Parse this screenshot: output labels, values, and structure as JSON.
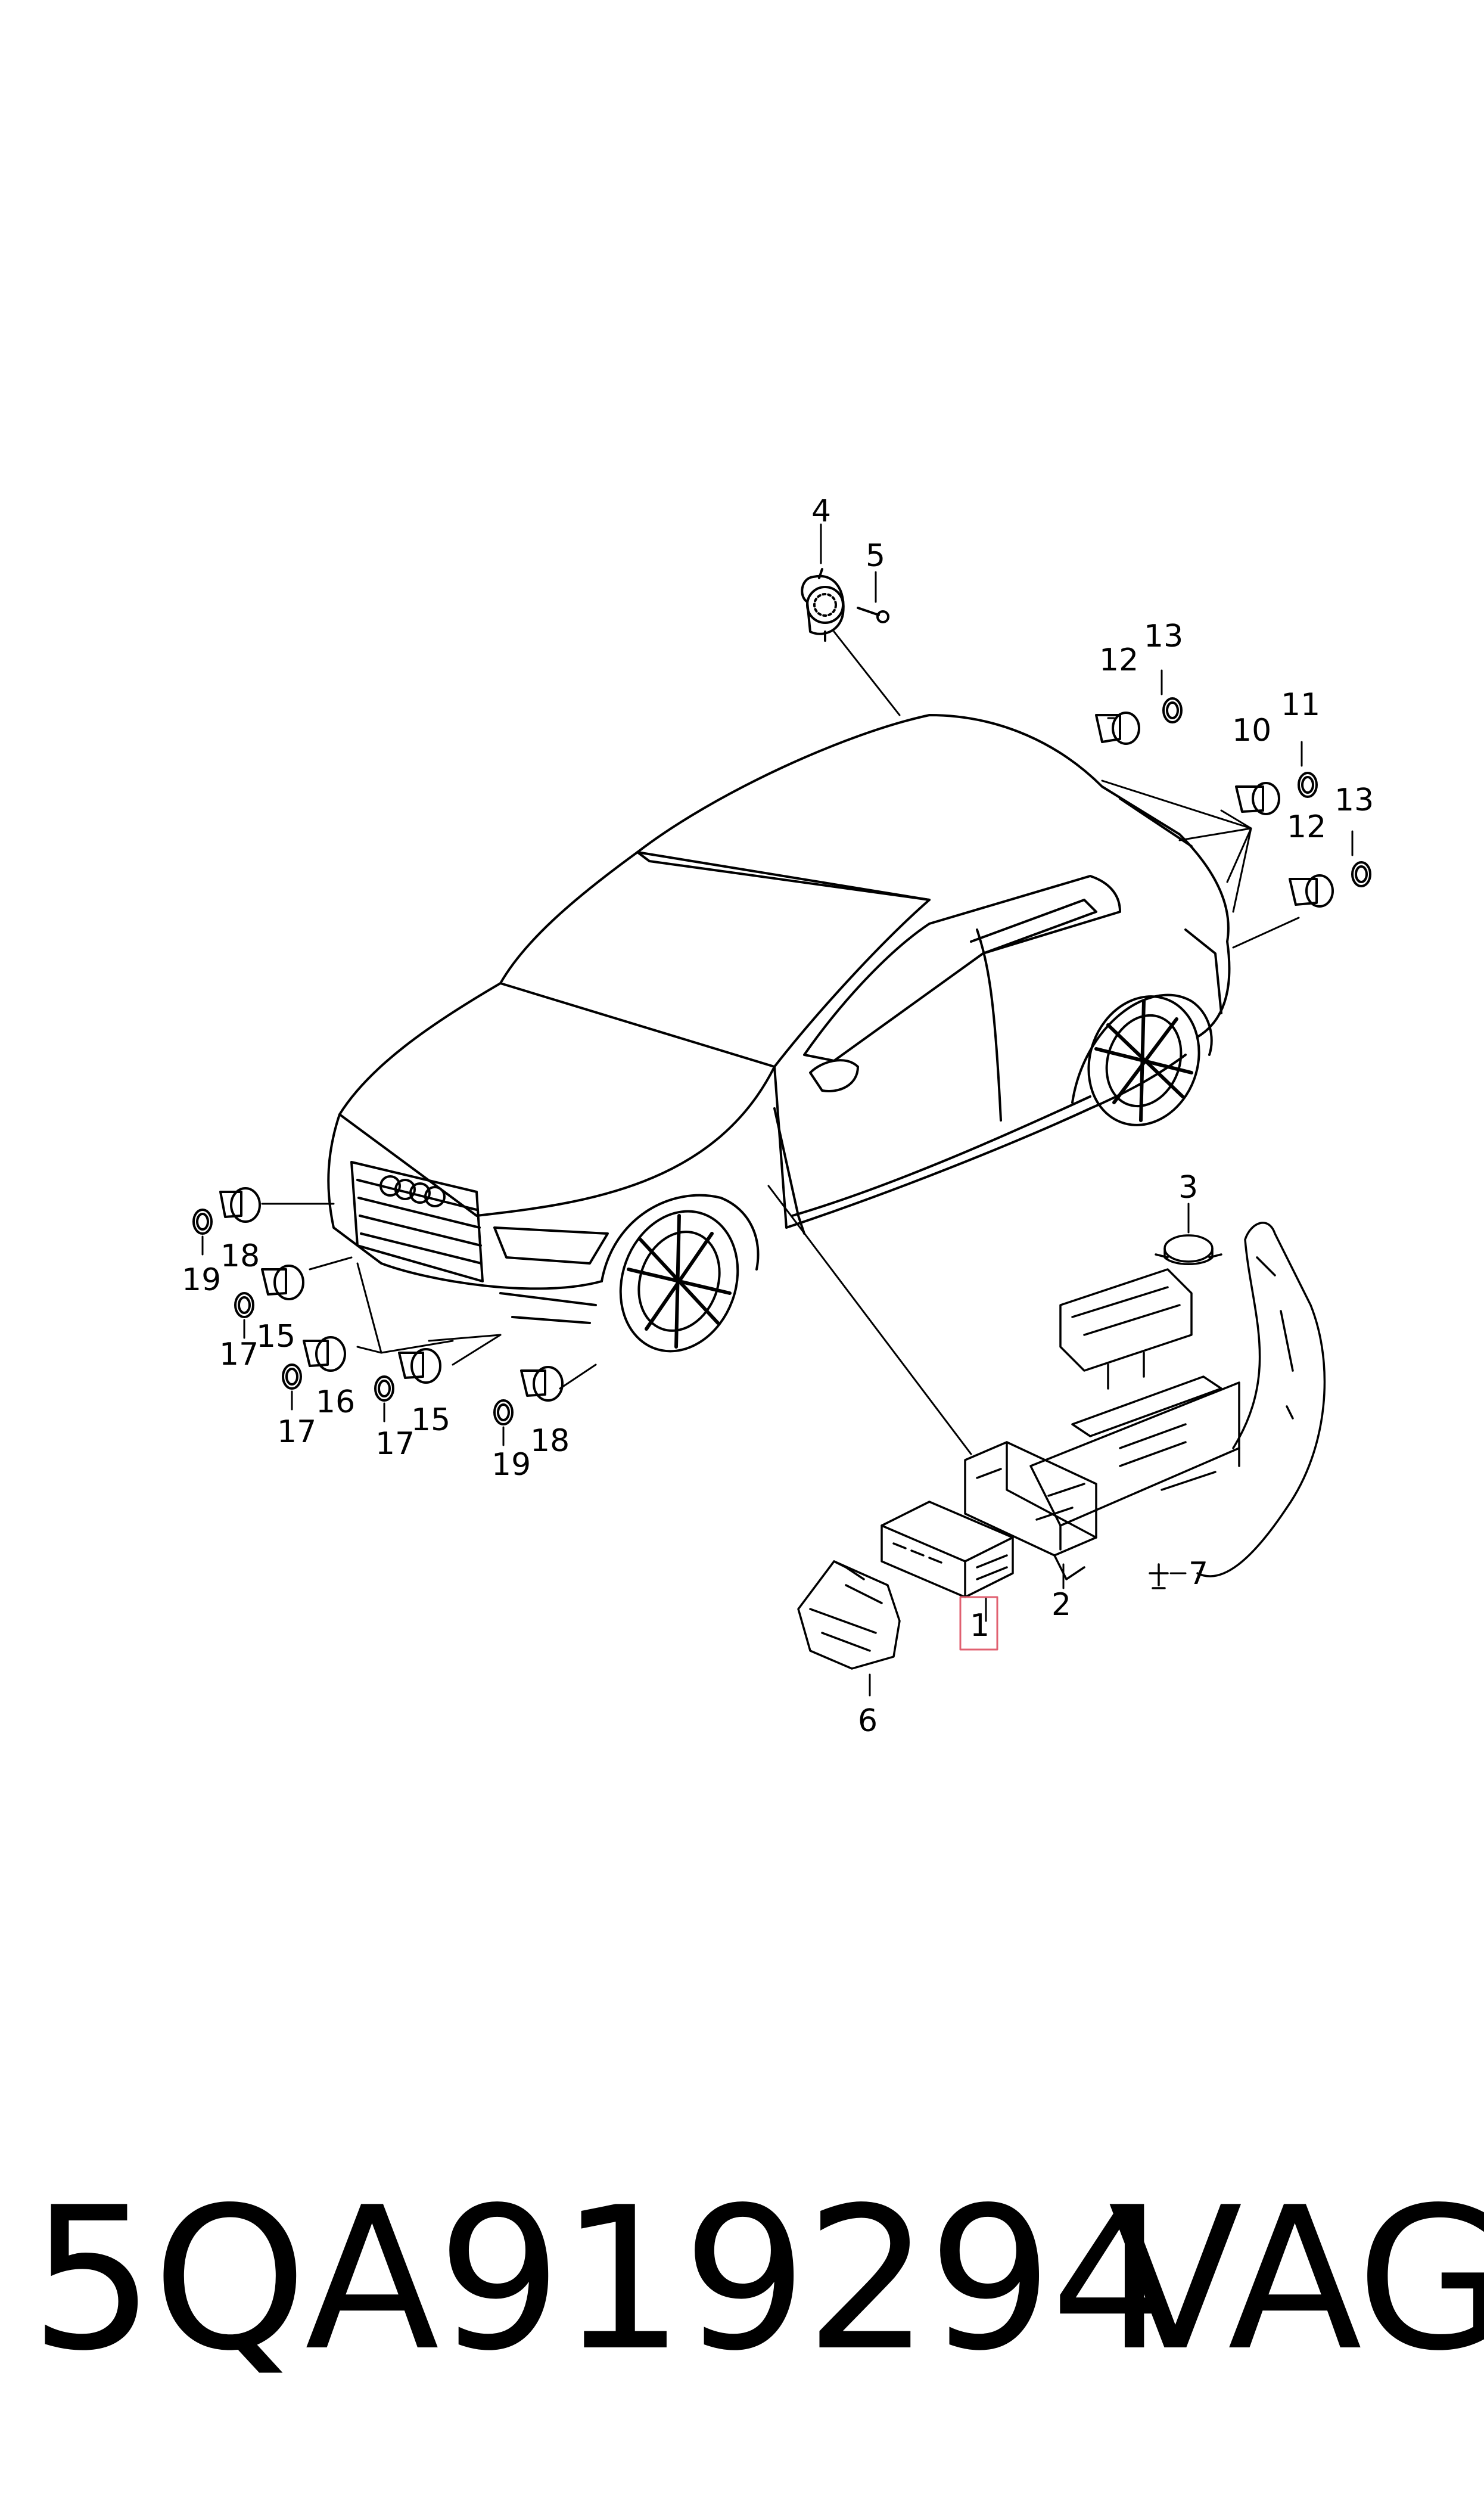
{
  "diagram": {
    "callouts": [
      {
        "id": "c1",
        "label": "1",
        "highlighted": true
      },
      {
        "id": "c2",
        "label": "2"
      },
      {
        "id": "c3",
        "label": "3"
      },
      {
        "id": "c4",
        "label": "4"
      },
      {
        "id": "c5",
        "label": "5"
      },
      {
        "id": "c6",
        "label": "6"
      },
      {
        "id": "c7",
        "label": "7"
      },
      {
        "id": "c10",
        "label": "10"
      },
      {
        "id": "c11",
        "label": "11"
      },
      {
        "id": "c12a",
        "label": "12"
      },
      {
        "id": "c12b",
        "label": "12"
      },
      {
        "id": "c13a",
        "label": "13"
      },
      {
        "id": "c13b",
        "label": "13"
      },
      {
        "id": "c15a",
        "label": "15"
      },
      {
        "id": "c15b",
        "label": "15"
      },
      {
        "id": "c16",
        "label": "16"
      },
      {
        "id": "c17a",
        "label": "17"
      },
      {
        "id": "c17b",
        "label": "17"
      },
      {
        "id": "c17c",
        "label": "17"
      },
      {
        "id": "c18a",
        "label": "18"
      },
      {
        "id": "c18b",
        "label": "18"
      },
      {
        "id": "c19a",
        "label": "19"
      },
      {
        "id": "c19b",
        "label": "19"
      }
    ],
    "highlight_color": "#e06070",
    "line_color": "#000000"
  },
  "footer": {
    "part_number": "5QA919294",
    "brand": "VAG"
  }
}
